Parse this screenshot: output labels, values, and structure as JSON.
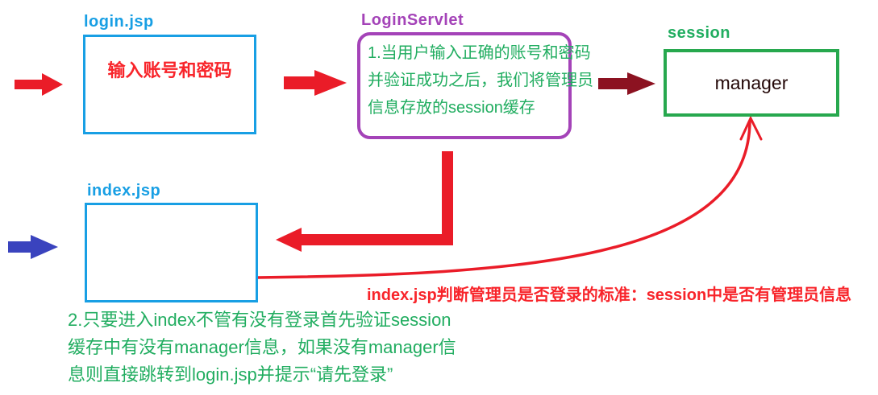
{
  "diagram": {
    "labels": {
      "login_jsp": "login.jsp",
      "login_servlet": "LoginServlet",
      "session": "session",
      "index_jsp": "index.jsp"
    },
    "boxes": {
      "login": {
        "text": "输入账号和密码"
      },
      "servlet": {
        "lines": {
          "0": "1.当用户输入正确的账号和密码",
          "1": "并验证成功之后，我们将管理员",
          "2": "信息存放的session缓存"
        }
      },
      "session": {
        "text": "manager"
      },
      "index": {
        "text": ""
      }
    },
    "annotations": {
      "criteria": "index.jsp判断管理员是否登录的标准：session中是否有管理员信息",
      "note_lines": {
        "0": "2.只要进入index不管有没有登录首先验证session",
        "1": "缓存中有没有manager信息，如果没有manager信",
        "2": "息则直接跳转到login.jsp并提示“请先登录”"
      }
    },
    "colors": {
      "blue": "#189FE4",
      "purple": "#A443B8",
      "green_text": "#21AD60",
      "green_border": "#27A84E",
      "red": "#EA1C28",
      "red_text": "#F8242A",
      "dark_red": "#8C1221",
      "arrow_blue": "#3A43BE",
      "manager_text": "#230707"
    }
  }
}
